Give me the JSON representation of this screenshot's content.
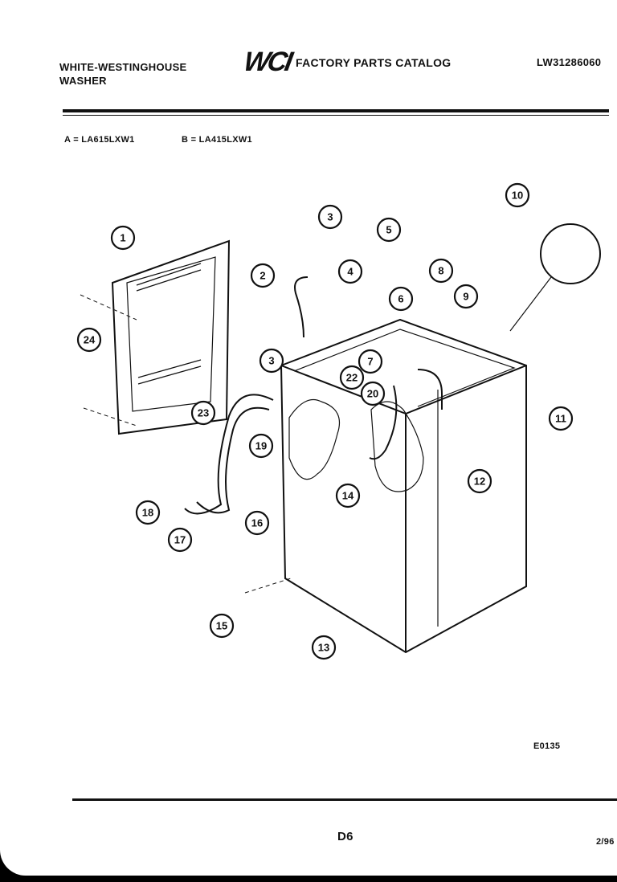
{
  "header": {
    "brand_left_line1": "WHITE-WESTINGHOUSE",
    "brand_left_line2": "WASHER",
    "logo": "WCI",
    "catalog_title": "FACTORY PARTS CATALOG",
    "catalog_number": "LW31286060"
  },
  "models": {
    "a": "A = LA615LXW1",
    "b": "B = LA415LXW1"
  },
  "diagram": {
    "callouts": [
      "1",
      "2",
      "3",
      "3",
      "4",
      "5",
      "6",
      "7",
      "8",
      "9",
      "10",
      "11",
      "12",
      "13",
      "14",
      "15",
      "16",
      "17",
      "18",
      "19",
      "20",
      "22",
      "23",
      "24"
    ],
    "code": "E0135"
  },
  "footer": {
    "page": "D6",
    "date": "2/96"
  }
}
